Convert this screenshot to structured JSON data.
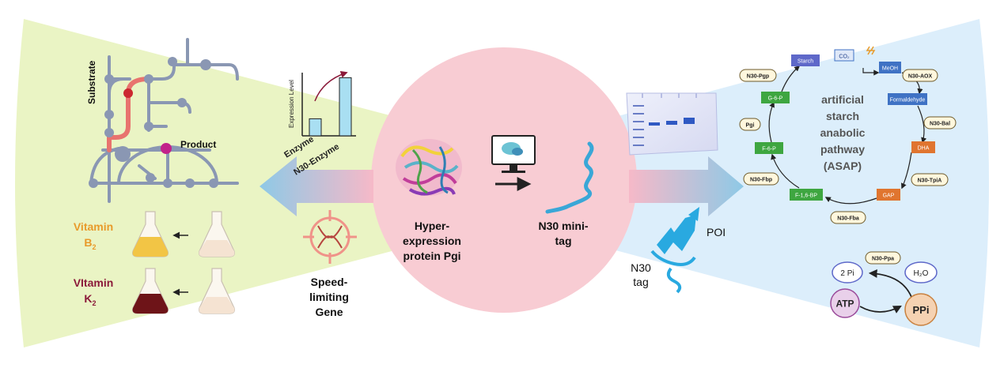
{
  "left": {
    "pathway": {
      "substrate": "Substrate",
      "product": "Product"
    },
    "chart": {
      "ylabel": "Expression Level",
      "categories": [
        "Enzyme",
        "N30-Enzyme"
      ],
      "values": [
        0.27,
        0.92
      ]
    },
    "vitamin_b2": {
      "line1": "Vitamin",
      "main": "B",
      "sub": "2"
    },
    "vitamin_k2": {
      "line1": "VItamin",
      "main": "K",
      "sub": "2"
    },
    "gene": {
      "line1": "Speed-",
      "line2": "limiting",
      "line3": "Gene"
    }
  },
  "center": {
    "protein": {
      "line1": "Hyper-",
      "line2": "expression",
      "line3": "protein Pgi"
    },
    "tag": {
      "line1": "N30 mini-",
      "line2": "tag"
    }
  },
  "right": {
    "title": {
      "line1": "artificial",
      "line2": "starch",
      "line3": "anabolic",
      "line4": "pathway",
      "line5": "(ASAP)"
    },
    "nodes": {
      "co2": "CO₂",
      "meoh": "MeOH",
      "formaldehyde": "Formaldehyde",
      "dha": "DHA",
      "gap": "GAP",
      "f16bp": "F-1,6-BP",
      "f6p": "F-6-P",
      "g6p": "G-6-P",
      "starch": "Starch"
    },
    "enzymes": {
      "aox": "N30-AOX",
      "bal": "N30-Bal",
      "tpia": "N30-TpiA",
      "fba": "N30-Fba",
      "fbp": "N30-Fbp",
      "pgi": "Pgi",
      "pgp": "N30-Pgp"
    },
    "poi": "POI",
    "n30tag": {
      "line1": "N30",
      "line2": "tag"
    },
    "ppa": {
      "enzyme": "N30-Ppa",
      "pi": "2 Pi",
      "h2o": "H₂O",
      "atp": "ATP",
      "ppi": "PPi"
    }
  },
  "colors": {
    "left_bg": "#eaf4c4",
    "center_circle": "#f8ccd3",
    "right_bg": "#dceefb",
    "vitamin_b2": "#e89a2a",
    "vitamin_k2": "#8b1a3a",
    "node_blue": "#3f72c4",
    "node_orange": "#e0752f",
    "node_green": "#3ea640",
    "node_purple": "#5e68c9"
  }
}
